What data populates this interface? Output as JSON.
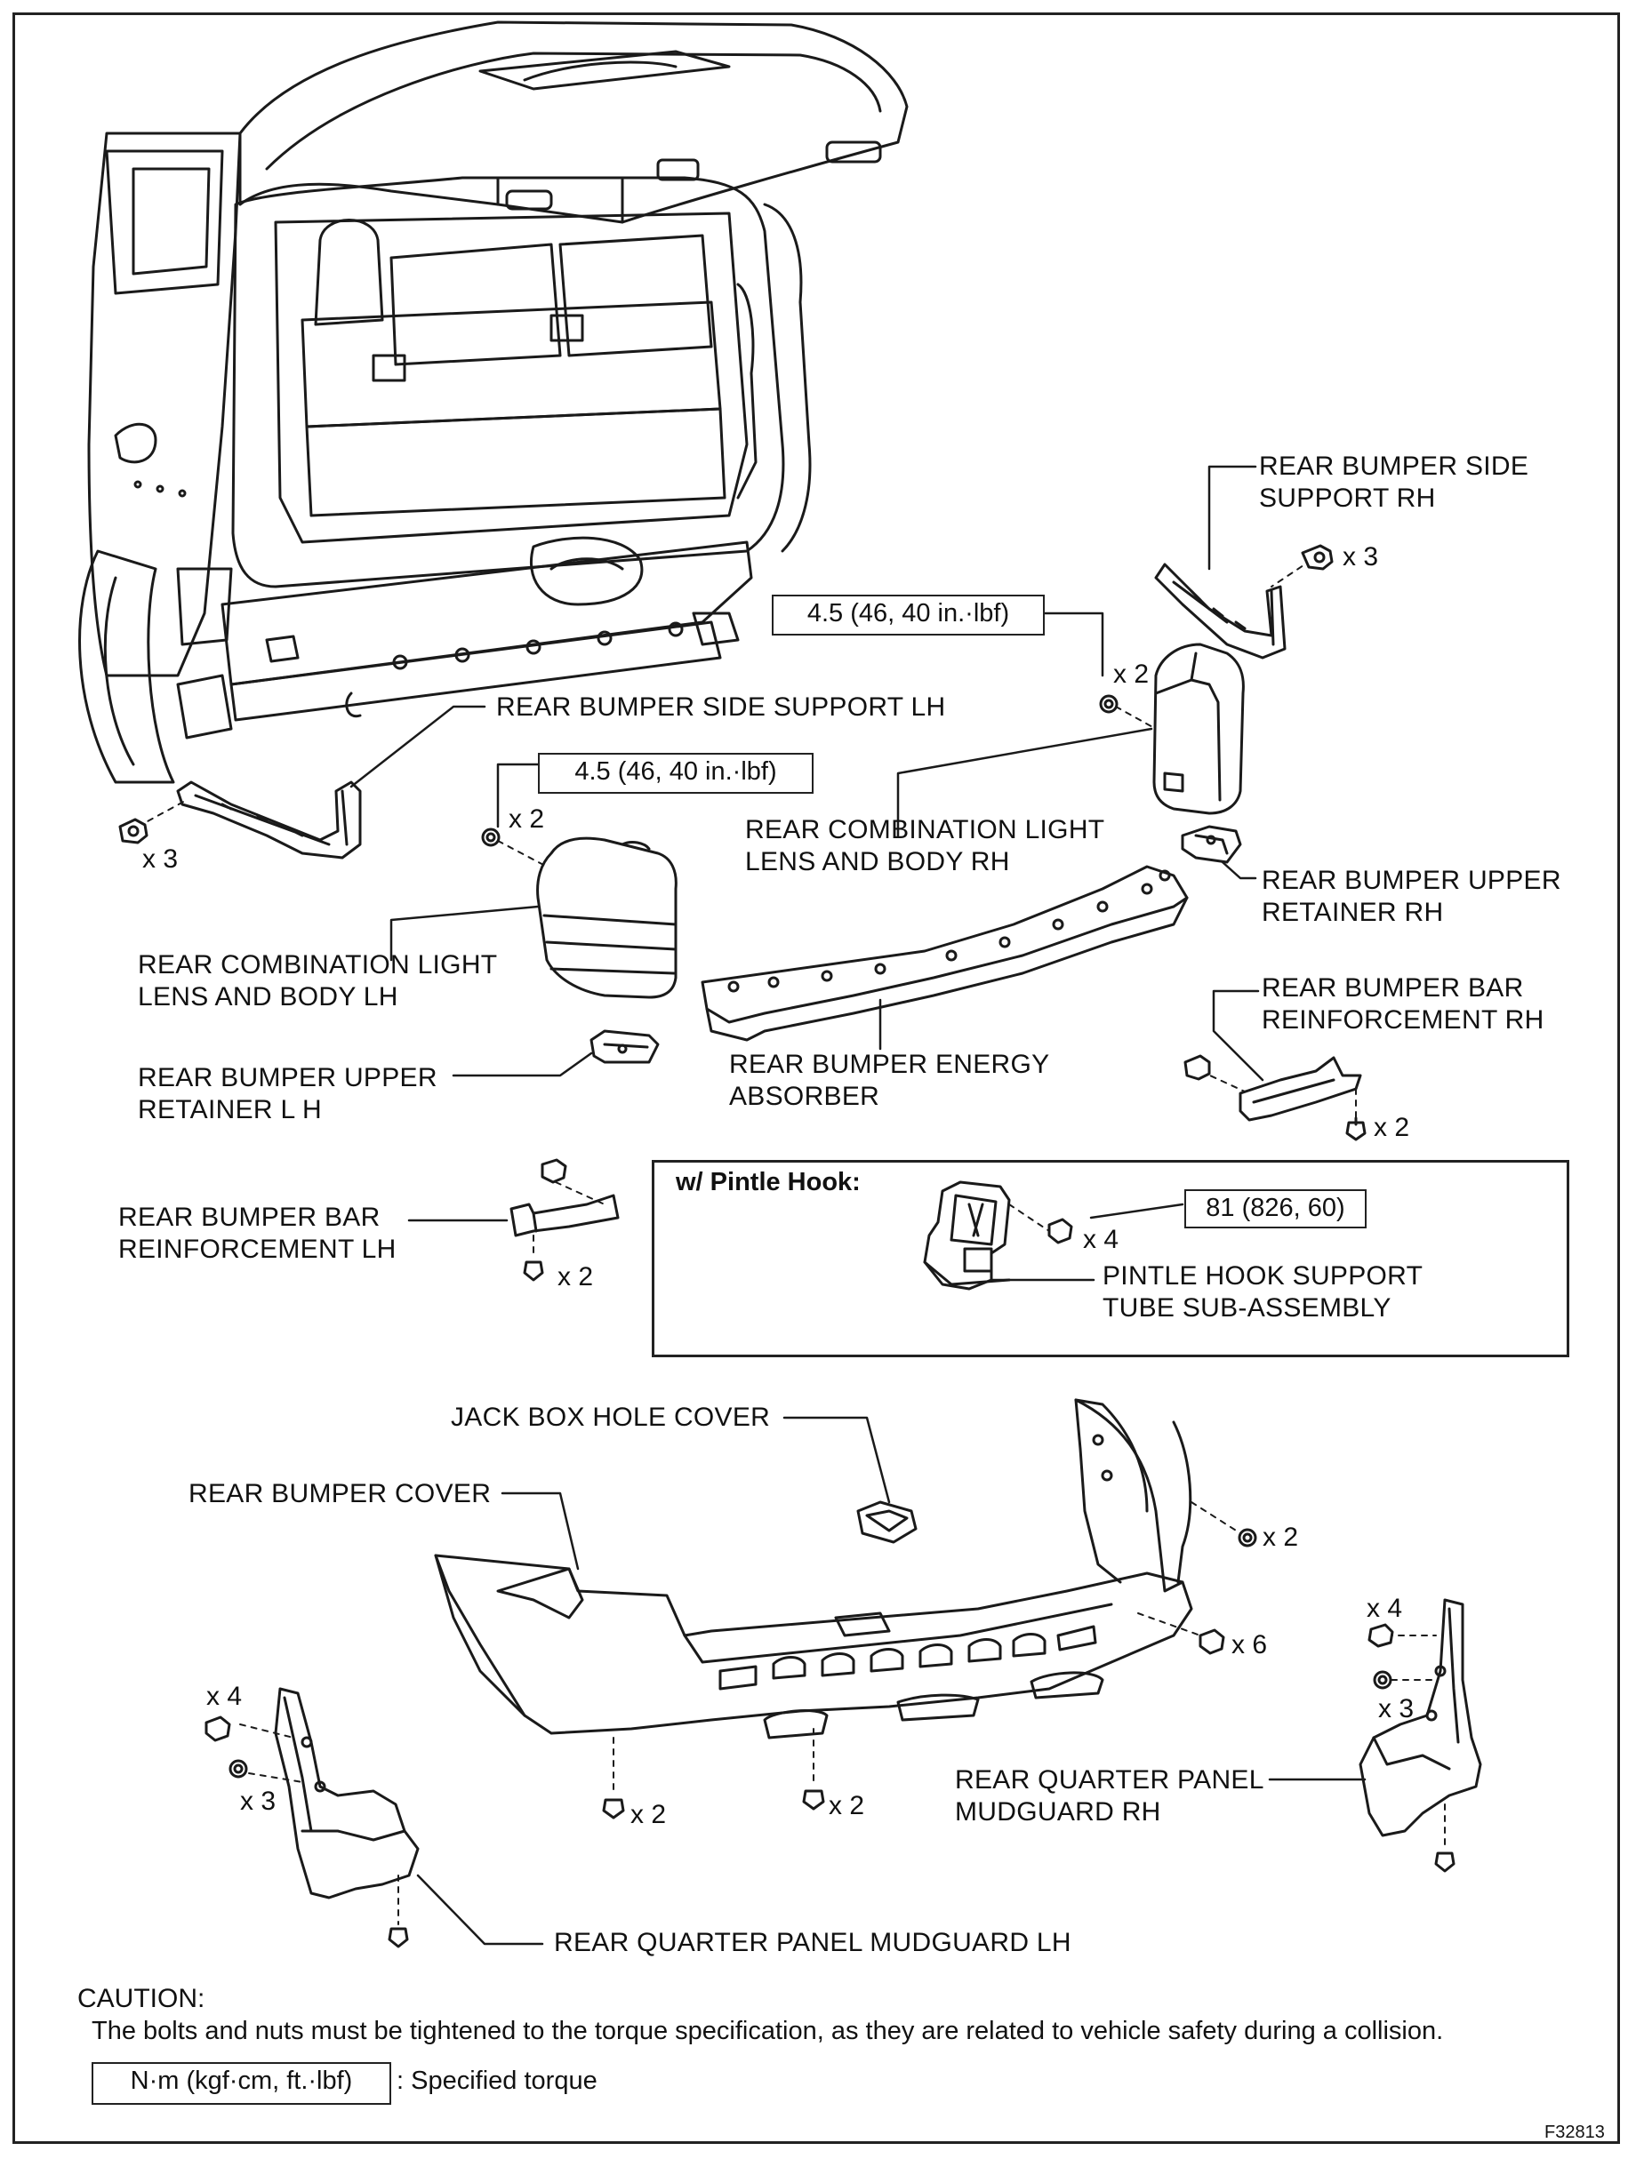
{
  "labels": {
    "side_support_rh": "REAR BUMPER SIDE\nSUPPORT RH",
    "side_support_lh": "REAR BUMPER SIDE SUPPORT LH",
    "comb_light_rh": "REAR COMBINATION LIGHT\nLENS AND BODY RH",
    "comb_light_lh": "REAR COMBINATION LIGHT\nLENS AND BODY LH",
    "upper_retainer_rh": "REAR BUMPER UPPER\nRETAINER RH",
    "upper_retainer_lh": "REAR BUMPER UPPER\nRETAINER L H",
    "energy_absorber": "REAR BUMPER ENERGY\nABSORBER",
    "bar_reinf_rh": "REAR BUMPER BAR\nREINFORCEMENT RH",
    "bar_reinf_lh": "REAR BUMPER BAR\nREINFORCEMENT LH",
    "pintle_hook_tube": "PINTLE HOOK SUPPORT\nTUBE SUB-ASSEMBLY",
    "jack_box_cover": "JACK BOX HOLE COVER",
    "bumper_cover": "REAR BUMPER COVER",
    "mudguard_rh": "REAR QUARTER PANEL\nMUDGUARD RH",
    "mudguard_lh": "REAR QUARTER PANEL MUDGUARD LH"
  },
  "torque": {
    "light_rh": "4.5 (46, 40 in.·lbf)",
    "light_lh": "4.5 (46, 40 in.·lbf)",
    "pintle": "81 (826, 60)"
  },
  "quantities": {
    "side_rh": "x 3",
    "side_lh": "x 3",
    "light_rh": "x 2",
    "light_lh": "x 2",
    "reinf_rh": "x 2",
    "reinf_lh": "x 2",
    "pintle": "x 4",
    "cover_side": "x 2",
    "cover_lower": "x 6",
    "cover_bottom_left": "x 2",
    "cover_bottom_right": "x 2",
    "mud_rh_upper": "x 4",
    "mud_rh_lower": "x 3",
    "mud_lh_upper": "x 4",
    "mud_lh_lower": "x 3"
  },
  "pintle_section_title": "w/ Pintle Hook:",
  "caution": {
    "title": "CAUTION:",
    "text": "The bolts and nuts must be tightened to the torque specification, as they are related to vehicle safety during a collision."
  },
  "legend": {
    "unit": "N·m (kgf·cm, ft.·lbf)",
    "description": ": Specified torque"
  },
  "figure_id": "F32813"
}
